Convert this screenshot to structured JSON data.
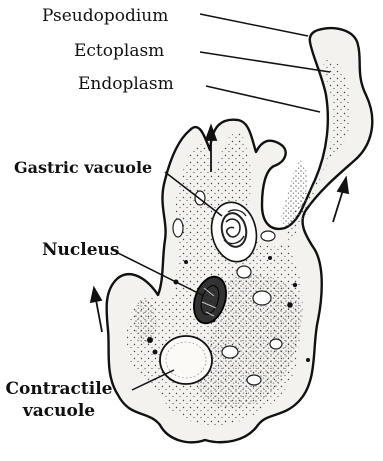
{
  "labels": {
    "pseudopodium": "Pseudopodium",
    "ectoplasm": "Ectoplasm",
    "endoplasm": "Endoplasm",
    "gastric_vacuole": "Gastric vacuole",
    "nucleus": "Nucleus",
    "contractile_line1": "Contractile",
    "contractile_line2": "vacuole"
  },
  "colors": {
    "ink": "#111111",
    "body_fill": "#f4f2ee",
    "stipple": "#333333"
  }
}
